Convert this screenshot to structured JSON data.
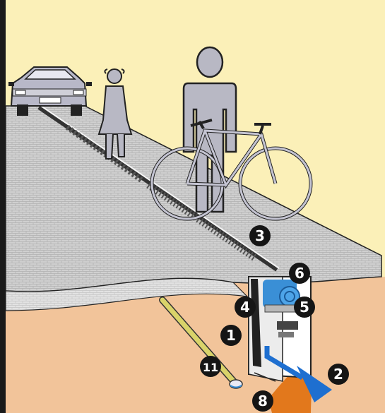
{
  "colors": {
    "sky": "#fbf0b8",
    "soil": "#f2c49a",
    "pavement": "#cfcfcf",
    "pavement_side": "#e0e0e0",
    "figures": "#b8b8c4",
    "outline": "#222222",
    "water_arrow": "#1e6fd0",
    "seal_roll": "#3a8fd6",
    "orange_plume": "#e2781c",
    "pipe": "#d9d36a",
    "badge_fill": "#151515"
  },
  "elements": {
    "car": "car-icon",
    "woman": "woman-figure",
    "man": "man-figure",
    "bicycle": "bicycle-icon",
    "trench": "collector-trench",
    "sealing_roll": "sealing-roll",
    "pipe": "drain-pipe",
    "outflow": "outflow-arrow"
  },
  "callouts": {
    "n1": "1",
    "n2": "2",
    "n3": "3",
    "n4": "4",
    "n5": "5",
    "n6": "6",
    "n8": "8",
    "n11": "11"
  }
}
